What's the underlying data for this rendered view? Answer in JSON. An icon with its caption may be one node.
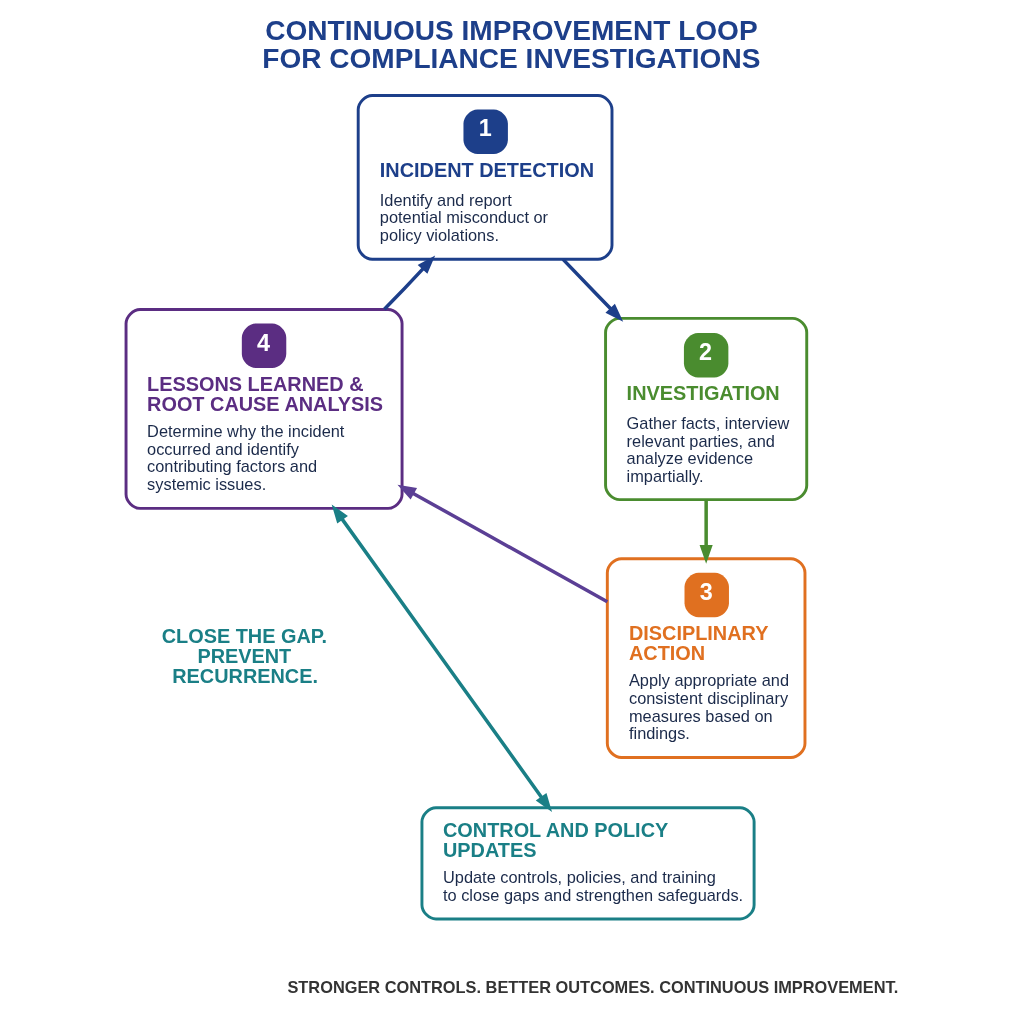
{
  "diagram": {
    "title": "CONTINUOUS IMPROVEMENT LOOP FOR COMPLIANCE INVESTIGATIONS",
    "caption": "STRONGER CONTROLS. BETTER OUTCOMES. CONTINUOUS IMPROVEMENT.",
    "nodes": [
      {
        "text": [
          "1",
          "INCIDENT DETECTION",
          "Identify and report potential misconduct or policy violations."
        ]
      },
      {
        "text": [
          "2",
          "INVESTIGATION",
          "Gather facts, interview relevant parties, and analyze evidence impartially."
        ]
      },
      {
        "text": [
          "3",
          "DISCIPLINARY ACTION",
          "Apply appropriate and consistent disciplinary measures based on findings."
        ]
      },
      {
        "text": [
          "4",
          "LESSONS LEARNED & ROOT CAUSE ANALYSIS",
          "Determine why the incident occurred and identify contributing factors and systemic issues."
        ]
      },
      {
        "text": [
          "CONTROL AND POLICY UPDATES",
          "Update controls, policies, and training to close gaps and strengthen safeguards."
        ]
      }
    ],
    "edges": [
      {
        "from": 0,
        "to": 1,
        "arrow": "to",
        "color": "#1d3f8a"
      },
      {
        "from": 1,
        "to": 2,
        "arrow": "to",
        "color": "#4a8c2f"
      },
      {
        "from": 2,
        "to": 3,
        "arrow": "to",
        "color": "#5b3f95"
      },
      {
        "from": 3,
        "to": 4,
        "arrow": "both",
        "color": "#1a7f86"
      },
      {
        "from": 3,
        "to": 0,
        "arrow": "to",
        "color": "#1d3f8a"
      }
    ],
    "labels": [
      "CLOSE THE GAP. PREVENT RECURRENCE."
    ]
  }
}
